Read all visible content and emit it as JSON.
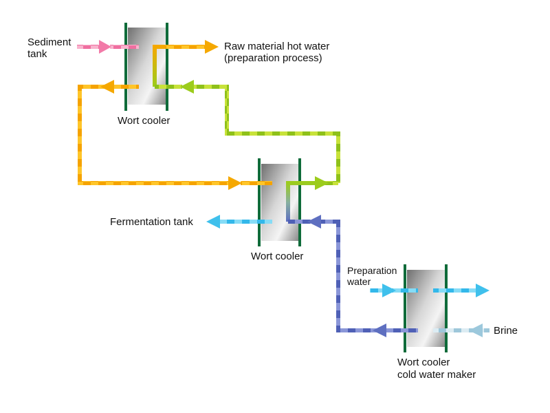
{
  "labels": {
    "sediment_tank": [
      "Sediment",
      "tank"
    ],
    "raw_hot_water": [
      "Raw material hot water",
      "(preparation process)"
    ],
    "wort_cooler_1": "Wort cooler",
    "wort_cooler_2": "Wort cooler",
    "fermentation_tank": "Fermentation tank",
    "preparation_water": [
      "Preparation",
      "water"
    ],
    "brine": "Brine",
    "wort_cooler_3": [
      "Wort cooler",
      "cold water maker"
    ]
  },
  "colors": {
    "frame": "#0f6b3a",
    "pink": "#f27aa8",
    "orange": "#f5a800",
    "yellow_green": "#9ccc1c",
    "blue": "#3fc0ec",
    "indigo": "#5e6fc0",
    "light_blue": "#9cc8dc"
  }
}
